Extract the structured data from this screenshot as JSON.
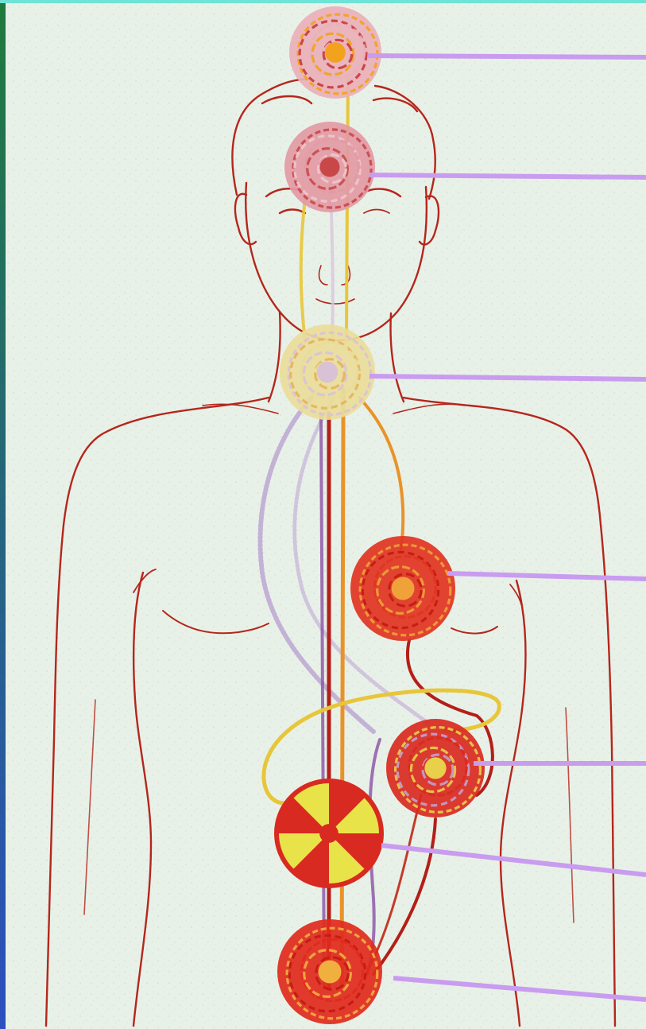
{
  "palette": {
    "background": "#e8f1e8",
    "background_speckle": "#d9c9bf",
    "left_edge_top": "#1f7a3c",
    "left_edge_bottom": "#2b4fc0",
    "top_edge": "#6fe3d6",
    "body_outline": "#b5261c",
    "leader_line": "#c99cf0",
    "channel_red": "#b31f18",
    "channel_orange": "#e8932a",
    "channel_yellow": "#e7c63a",
    "channel_lavender": "#b9a2cf",
    "channel_purple": "#8e5aa8"
  },
  "figure": {
    "subject": "human-figure-outline",
    "view": "front"
  },
  "energy_centers": [
    {
      "id": "crown",
      "style": "swirl",
      "colors": [
        "#e9b0b8",
        "#f2a21c",
        "#c83a3a"
      ]
    },
    {
      "id": "brow",
      "style": "swirl",
      "colors": [
        "#e29aa4",
        "#c84848",
        "#efc6cc"
      ]
    },
    {
      "id": "throat",
      "style": "swirl",
      "colors": [
        "#e9dc9a",
        "#d9c2d6",
        "#e6b25a"
      ]
    },
    {
      "id": "heart",
      "style": "swirl",
      "colors": [
        "#e03420",
        "#f0a23a",
        "#c41a12"
      ]
    },
    {
      "id": "solar-plexus",
      "style": "swirl",
      "colors": [
        "#d82a20",
        "#e8d04a",
        "#c4a0cc"
      ]
    },
    {
      "id": "sacral",
      "style": "wheel",
      "colors": [
        "#d82a20",
        "#e9e34a"
      ]
    },
    {
      "id": "root",
      "style": "swirl",
      "colors": [
        "#e02a1c",
        "#f0b040",
        "#c41a12"
      ]
    }
  ],
  "leaders": [
    {
      "for": "crown"
    },
    {
      "for": "brow"
    },
    {
      "for": "throat"
    },
    {
      "for": "heart"
    },
    {
      "for": "solar-plexus"
    },
    {
      "for": "sacral"
    },
    {
      "for": "root"
    }
  ]
}
